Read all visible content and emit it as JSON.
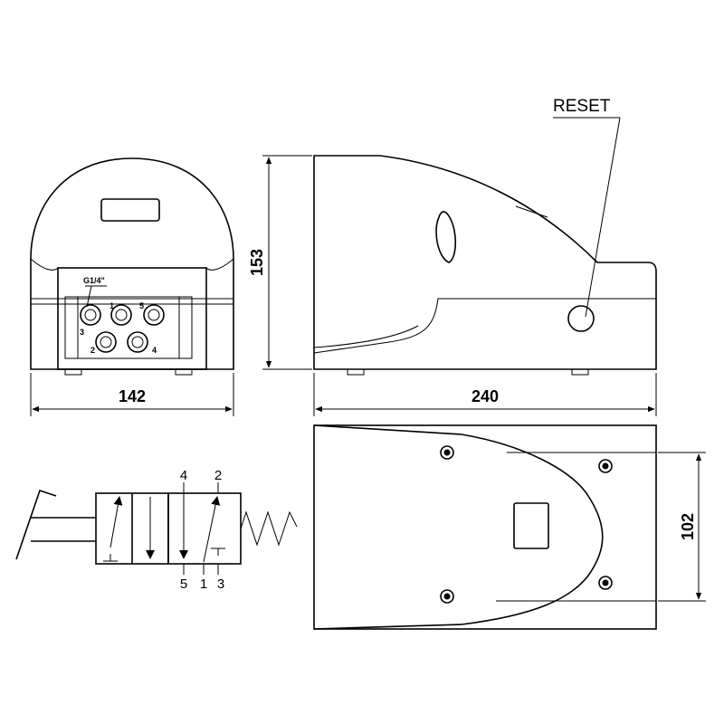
{
  "labels": {
    "reset": "RESET",
    "thread": "G1/4\"",
    "width_front": "142",
    "length_side": "240",
    "height_side": "153",
    "width_top": "102"
  },
  "front_ports": [
    "1",
    "5",
    "3",
    "2",
    "4"
  ],
  "symbol_ports": {
    "top_left": "4",
    "top_right": "2",
    "bottom_left": "5",
    "bottom_mid": "1",
    "bottom_right": "3"
  }
}
